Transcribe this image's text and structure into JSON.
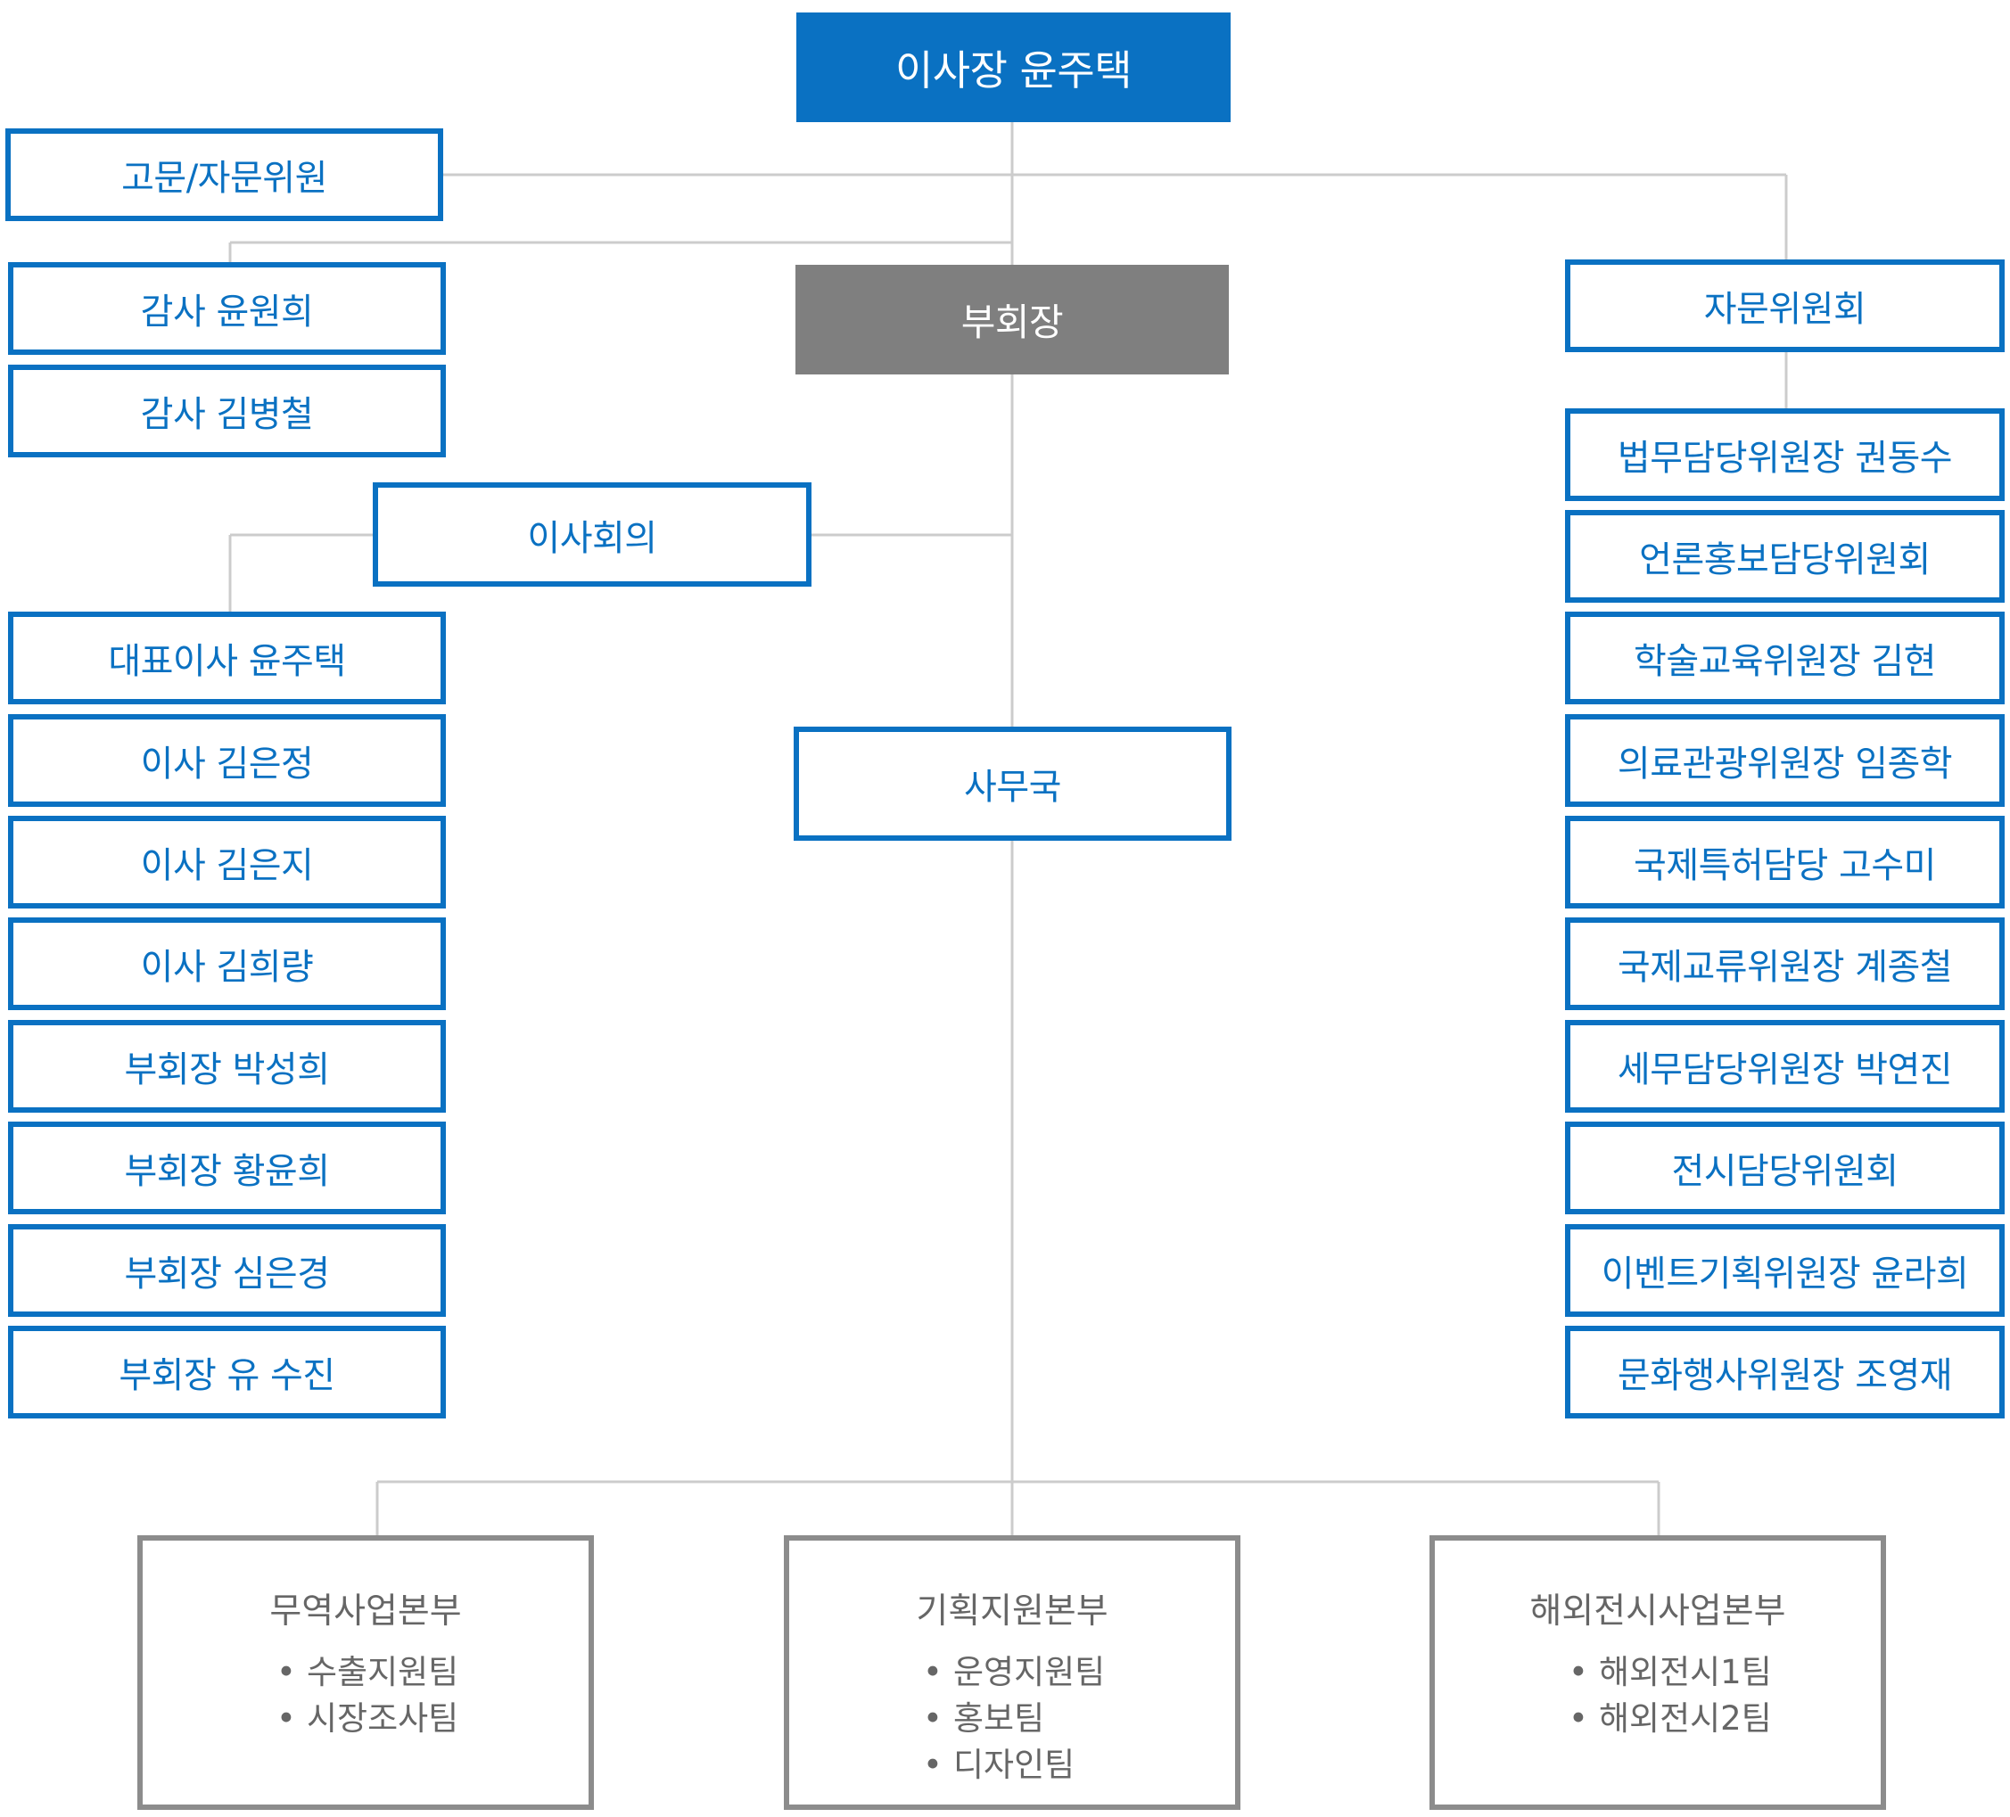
{
  "chairman": "이사장 윤주택",
  "advisor": "고문/자문위원",
  "vice_chairman": "부회장",
  "advisory_committee": "자문위원회",
  "auditors": [
    "감사 윤원희",
    "감사 김병철"
  ],
  "board_meeting": "이사회의",
  "board_members": [
    "대표이사 윤주택",
    "이사 김은정",
    "이사 김은지",
    "이사 김희량",
    "부회장 박성희",
    "부회장 황윤희",
    "부회장 심은경",
    "부회장 유 수진"
  ],
  "secretariat": "사무국",
  "committee_members": [
    "법무담당위원장 권동수",
    "언론홍보담당위원회",
    "학술교육위원장 김현",
    "의료관광위원장 임종학",
    "국제특허담당 고수미",
    "국제교류위원장 계종철",
    "세무담당위원장 박연진",
    "전시담당위원회",
    "이벤트기획위원장 윤라희",
    "문화행사위원장 조영재"
  ],
  "divisions": [
    {
      "title": "무역사업본부",
      "teams": [
        "수출지원팀",
        "시장조사팀"
      ]
    },
    {
      "title": "기획지원본부",
      "teams": [
        "운영지원팀",
        "홍보팀",
        "디자인팀"
      ]
    },
    {
      "title": "해외전시사업본부",
      "teams": [
        "해외전시1팀",
        "해외전시2팀"
      ]
    }
  ],
  "colors": {
    "primary": "#0a71c2",
    "neutral": "#7f7f7f",
    "connector": "#cccccc",
    "division_text": "#666666"
  }
}
